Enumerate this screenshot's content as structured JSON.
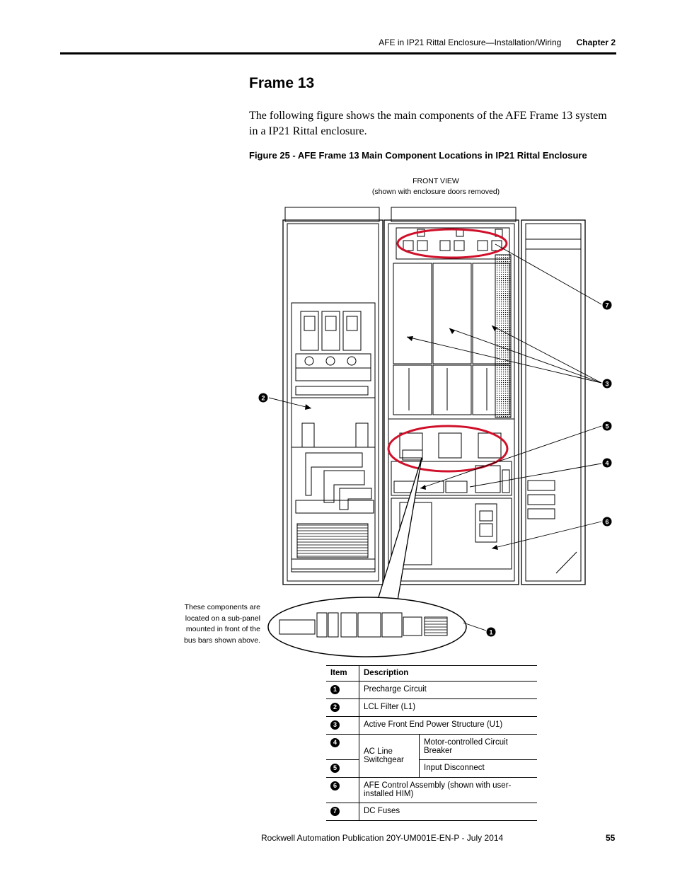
{
  "header": {
    "section": "AFE in IP21 Rittal Enclosure—Installation/Wiring",
    "chapter": "Chapter 2"
  },
  "title": "Frame 13",
  "intro": "The following figure shows the main components of the AFE Frame 13 system in a IP21 Rittal enclosure.",
  "figure_caption": "Figure 25 - AFE Frame 13 Main Component Locations in IP21 Rittal Enclosure",
  "front_view": {
    "line1": "FRONT VIEW",
    "line2": "(shown with enclosure doors removed)"
  },
  "callouts": [
    "1",
    "2",
    "3",
    "4",
    "5",
    "6",
    "7"
  ],
  "subpanel_note": "These components are located on a sub-panel mounted in front of the bus bars shown above.",
  "table": {
    "col_item": "Item",
    "col_desc": "Description",
    "rows": [
      {
        "num": "1",
        "desc": "Precharge Circuit"
      },
      {
        "num": "2",
        "desc": "LCL Filter (L1)"
      },
      {
        "num": "3",
        "desc": "Active Front End Power Structure (U1)"
      },
      {
        "num": "4",
        "group": "AC Line Switchgear",
        "desc": "Motor-controlled Circuit Breaker"
      },
      {
        "num": "5",
        "desc": "Input Disconnect"
      },
      {
        "num": "6",
        "desc": "AFE Control Assembly (shown with user-installed HIM)"
      },
      {
        "num": "7",
        "desc": "DC Fuses"
      }
    ]
  },
  "footer": {
    "publication": "Rockwell Automation Publication 20Y-UM001E-EN-P - July 2014",
    "page": "55"
  },
  "colors": {
    "highlight": "#d0102a",
    "ink": "#000000"
  }
}
